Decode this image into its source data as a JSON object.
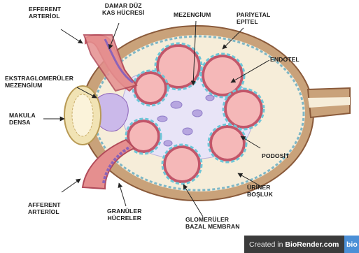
{
  "labels": {
    "efferent": "EFFERENT\nARTERİOL",
    "damar": "DAMAR DÜZ\nKAS HÜCRESİ",
    "mezengium": "MEZENGİUM",
    "pariyetal": "PARİYETAL\nEPİTEL",
    "endotel": "ENDOTEL",
    "ekstra": "EKSTRAGLOMERÜLER\nMEZENGİUM",
    "makula": "MAKULA\nDENSA",
    "podosit": "PODOSİT",
    "uriner": "ÜRİNER\nBOŞLUK",
    "afferent": "AFFERENT\nARTERİOL",
    "granuler": "GRANÜLER\nHÜCRELER",
    "glomeruler": "GLOMERÜLER\nBAZAL MEMBRAN"
  },
  "badge": {
    "prefix": "Created in ",
    "brand": "BioRender.com",
    "cut": "bio"
  },
  "colors": {
    "capsule": "#c9a27a",
    "capsule_outline": "#8a5a3a",
    "urinary_space": "#f6edd9",
    "mesangium": "#e8e4f7",
    "capillary": "#f5b8b8",
    "capillary_wall": "#c2566a",
    "podocyte": "#6ec6d8",
    "arteriole": "#e58f8f",
    "arteriole_dark": "#c65a66",
    "smooth_muscle": "#8c63b8",
    "macula": "#f1e3b4",
    "badge_bg": "#3b3b3b",
    "badge_accent": "#4b8fd6"
  }
}
